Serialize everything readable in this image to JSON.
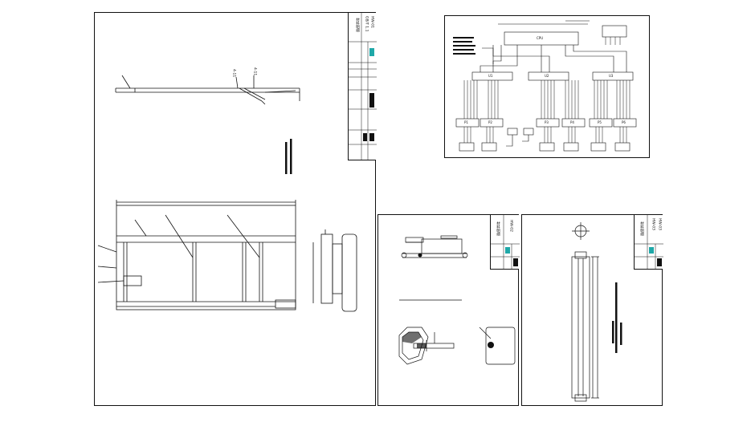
{
  "sheets": {
    "a": {
      "title_block": {
        "heading": "材料明细",
        "code_a": "GB/T 1.1",
        "code_b": "HW-01"
      },
      "notes": [
        "4-11",
        "4-11"
      ]
    },
    "b": {
      "ic_labels": [
        "CPU",
        "U1",
        "U2",
        "U3",
        "P1",
        "P2",
        "P3",
        "P4",
        "P5",
        "P6"
      ]
    },
    "c": {
      "title_block": {
        "heading": "材料明细",
        "code_a": "HW-02"
      }
    },
    "d": {
      "title_block": {
        "heading": "材料明细",
        "code_a": "HW-03",
        "code_b": "HW-03"
      }
    }
  }
}
